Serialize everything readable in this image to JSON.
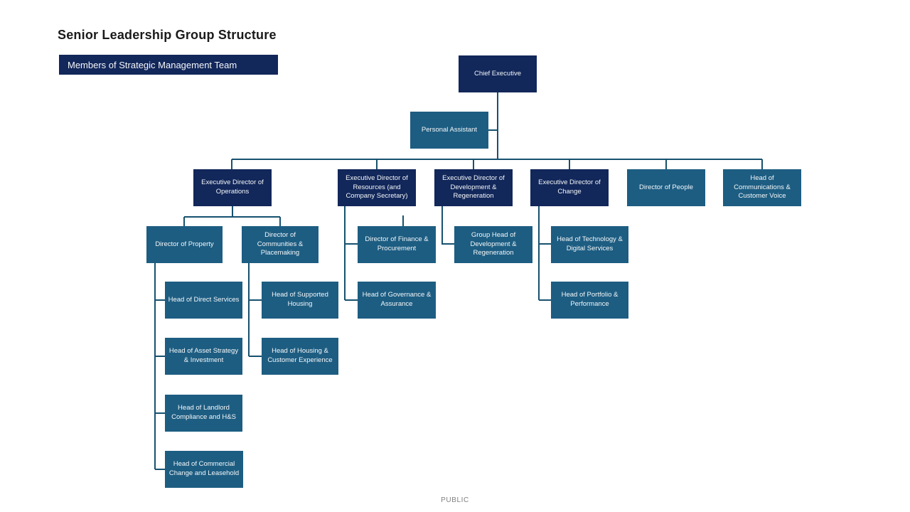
{
  "page": {
    "title": "Senior Leadership Group Structure",
    "footer": "PUBLIC"
  },
  "legend": {
    "label": "Members of Strategic Management Team",
    "meaning": "navy boxes are Members of Strategic Management Team"
  },
  "colors": {
    "smt_navy": "#12275A",
    "teal": "#1D5D82",
    "connector": "#17516F",
    "title_text": "#1A1A1A",
    "footer_text": "#808080",
    "node_text": "#F4F7F9"
  },
  "nodes": [
    {
      "id": "chief-executive",
      "label": "Chief Executive",
      "smt": true
    },
    {
      "id": "personal-assistant",
      "label": "Personal Assistant",
      "smt": false
    },
    {
      "id": "exec-director-operations",
      "label": "Executive Director of Operations",
      "smt": true
    },
    {
      "id": "exec-director-resources",
      "label": "Executive Director of Resources (and Company Secretary)",
      "smt": true
    },
    {
      "id": "exec-director-development",
      "label": "Executive Director of Development & Regeneration",
      "smt": true
    },
    {
      "id": "exec-director-change",
      "label": "Executive Director of Change",
      "smt": true
    },
    {
      "id": "director-of-people",
      "label": "Director of People",
      "smt": false
    },
    {
      "id": "head-communications-customer-voice",
      "label": "Head of Communications & Customer Voice",
      "smt": false
    },
    {
      "id": "director-of-property",
      "label": "Director of Property",
      "smt": false
    },
    {
      "id": "director-communities-placemaking",
      "label": "Director of Communities & Placemaking",
      "smt": false
    },
    {
      "id": "director-finance-procurement",
      "label": "Director of Finance & Procurement",
      "smt": false
    },
    {
      "id": "group-head-development-regeneration",
      "label": "Group Head of Development & Regeneration",
      "smt": false
    },
    {
      "id": "head-technology-digital",
      "label": "Head of Technology & Digital Services",
      "smt": false
    },
    {
      "id": "head-direct-services",
      "label": "Head of Direct Services",
      "smt": false
    },
    {
      "id": "head-supported-housing",
      "label": "Head of Supported Housing",
      "smt": false
    },
    {
      "id": "head-governance-assurance",
      "label": "Head of Governance & Assurance",
      "smt": false
    },
    {
      "id": "head-portfolio-performance",
      "label": "Head of Portfolio & Performance",
      "smt": false
    },
    {
      "id": "head-asset-strategy-investment",
      "label": "Head of Asset Strategy & Investment",
      "smt": false
    },
    {
      "id": "head-housing-customer-experience",
      "label": "Head of Housing & Customer Experience",
      "smt": false
    },
    {
      "id": "head-landlord-compliance-hs",
      "label": "Head of Landlord Compliance and H&S",
      "smt": false
    },
    {
      "id": "head-commercial-change-leasehold",
      "label": "Head of Commercial Change and Leasehold",
      "smt": false
    }
  ]
}
